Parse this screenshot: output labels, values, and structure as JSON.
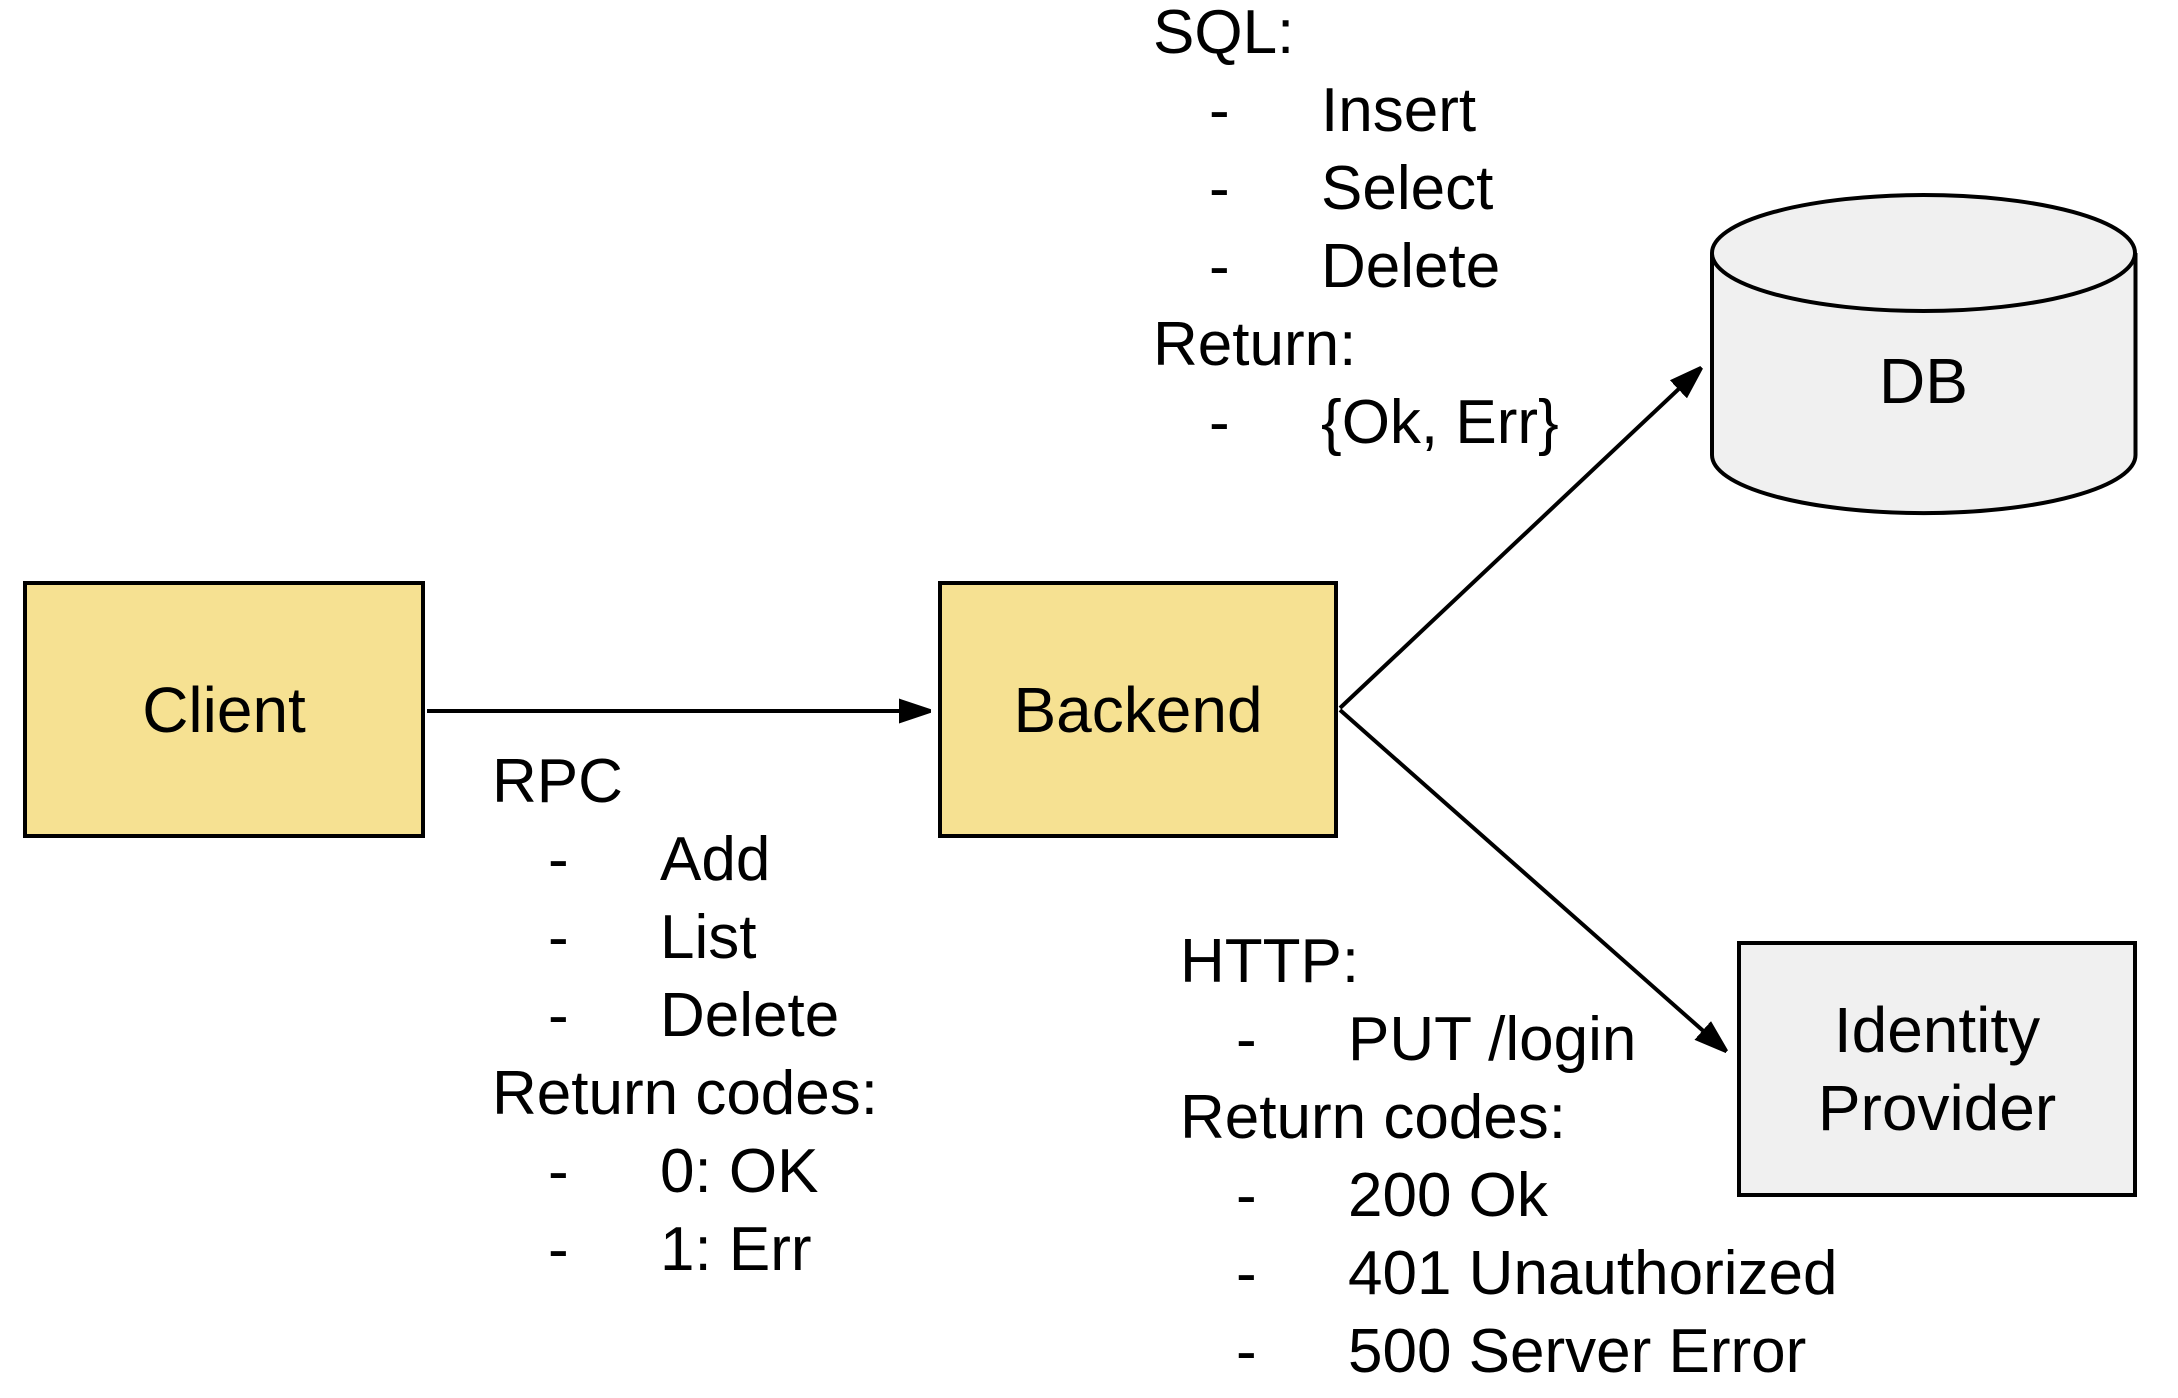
{
  "colors": {
    "background": "#FFFFFF",
    "node_fill_yellow": "#F6E192",
    "node_fill_gray": "#F0F0F0",
    "stroke": "#000000"
  },
  "bullet_char": "-",
  "nodes": {
    "client": {
      "label": "Client"
    },
    "backend": {
      "label": "Backend"
    },
    "db": {
      "label": "DB"
    },
    "identity_provider": {
      "label": "Identity Provider"
    }
  },
  "annotations": {
    "rpc": {
      "heading": "RPC",
      "items": [
        "Add",
        "List",
        "Delete"
      ],
      "subheading": "Return codes:",
      "sub_items": [
        "0: OK",
        "1: Err"
      ]
    },
    "sql": {
      "heading": "SQL:",
      "items": [
        "Insert",
        "Select",
        "Delete"
      ],
      "subheading": "Return:",
      "sub_items": [
        "{Ok, Err}"
      ]
    },
    "http": {
      "heading": "HTTP:",
      "items": [
        "PUT /login"
      ],
      "subheading": "Return codes:",
      "sub_items": [
        "200 Ok",
        "401 Unauthorized",
        "500 Server Error"
      ]
    }
  },
  "edges": [
    {
      "from": "Client",
      "to": "Backend"
    },
    {
      "from": "Backend",
      "to": "DB"
    },
    {
      "from": "Backend",
      "to": "Identity Provider"
    }
  ]
}
